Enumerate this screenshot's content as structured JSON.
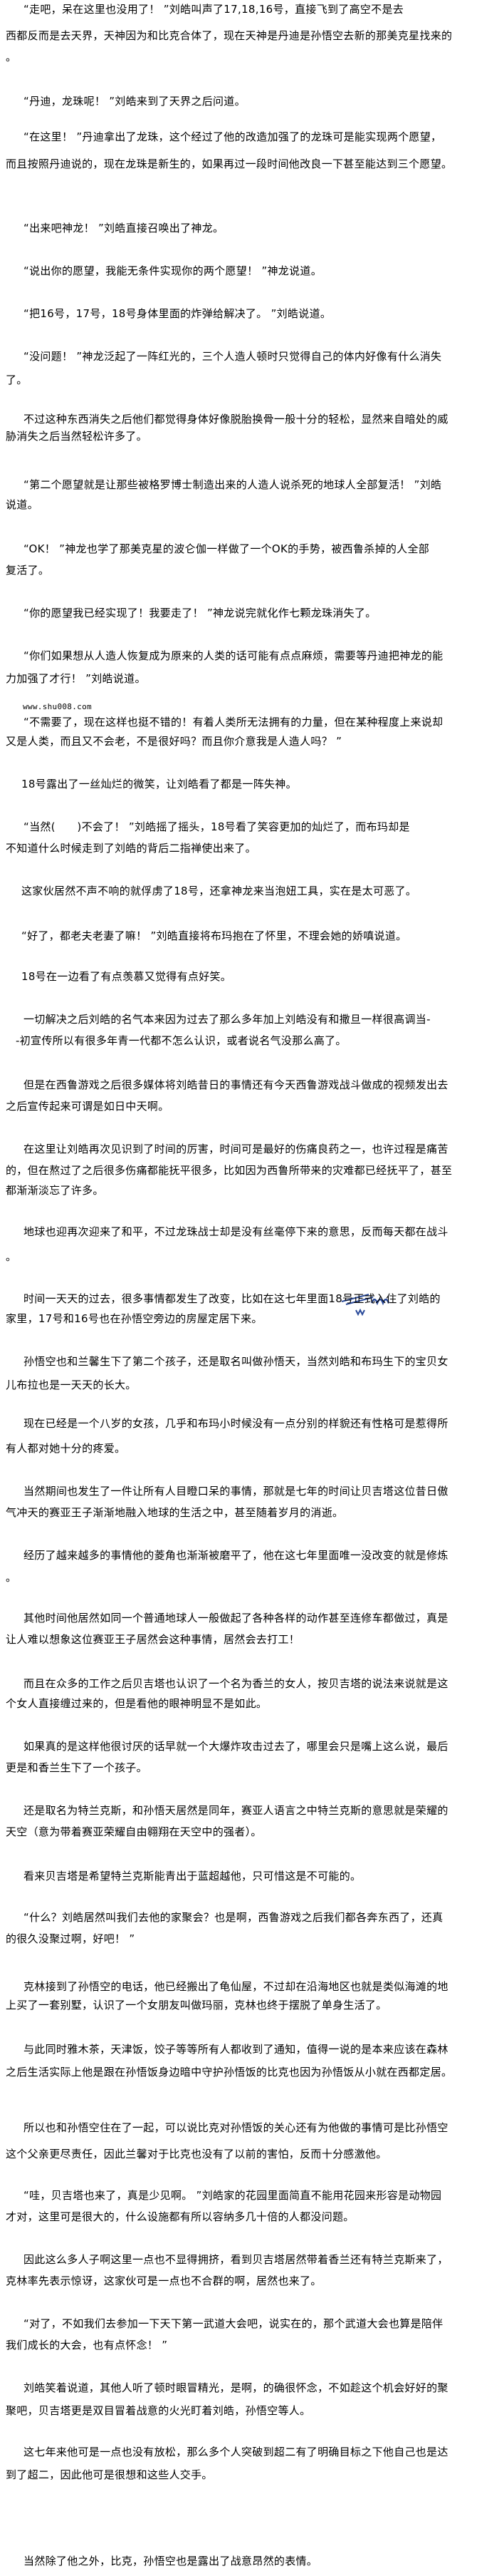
{
  "paragraphs": [
    {
      "lines": [
        "“走吧，呆在这里也没用了！ ”刘皓叫声了17,18,16号，直接飞到了高空不是去",
        "西都反而是去天界，天神因为和比克合体了，现在天神是丹迪是孙悟空去新的那美克星找来的",
        "。"
      ]
    },
    {
      "lines": [
        "“丹迪，龙珠呢！ ”刘皓来到了天界之后问道。"
      ]
    },
    {
      "lines": [
        "“在这里！ ”丹迪拿出了龙珠，这个经过了他的改造加强了的龙珠可是能实现两个愿望，",
        "而且按照丹迪说的，现在龙珠是新生的，如果再过一段时间他改良一下甚至能达到三个愿望。"
      ]
    },
    {
      "lines": [
        "“出来吧神龙！ ”刘皓直接召唤出了神龙。"
      ]
    },
    {
      "lines": [
        "“说出你的愿望，我能无条件实现你的两个愿望！ ”神龙说道。"
      ]
    },
    {
      "lines": [
        "“把16号，17号，18号身体里面的炸弹给解决了。 ”刘皓说道。"
      ]
    },
    {
      "lines": [
        "“没问题！ ”神龙泛起了一阵红光的，三个人造人顿时只觉得自己的体内好像有什么消失",
        "了。"
      ]
    },
    {
      "lines": [
        "不过这种东西消失之后他们都觉得身体好像脱胎换骨一般十分的轻松，显然来自暗处的威",
        "胁消失之后当然轻松许多了。"
      ]
    },
    {
      "lines": [
        "“第二个愿望就是让那些被格罗博士制造出来的人造人说杀死的地球人全部复活！ ”刘皓",
        "说道。"
      ]
    },
    {
      "lines": [
        "“OK！ ”神龙也学了那美克星的波仑伽一样做了一个OK的手势，被西鲁杀掉的人全部",
        "复活了。"
      ]
    },
    {
      "lines": [
        "“你的愿望我已经实现了！我要走了！ ”神龙说完就化作七颗龙珠消失了。"
      ]
    },
    {
      "lines": [
        "“你们如果想从人造人恢复成为原来的人类的话可能有点点麻烦，需要等丹迪把神龙的能",
        "力加强了才行！ ”刘皓说道。"
      ]
    },
    {
      "lines": [
        "www.shu008.com"
      ]
    },
    {
      "lines": [
        "“不需要了，现在这样也挺不错的！有着人类所无法拥有的力量，但在某种程度上来说却",
        "又是人类，而且又不会老，不是很好吗？而且你介意我是人造人吗？ ”"
      ]
    },
    {
      "lines": [
        "18号露出了一丝灿烂的微笑，让刘皓看了都是一阵失神。"
      ]
    },
    {
      "lines": [
        "“当然(　　)不会了！ ”刘皓摇了摇头，18号看了笑容更加的灿烂了，而布玛却是",
        "不知道什么时候走到了刘皓的背后二指禅使出来了。"
      ]
    },
    {
      "lines": [
        "这家伙居然不声不响的就俘虏了18号，还拿神龙来当泡妞工具，实在是太可恶了。"
      ]
    },
    {
      "lines": [
        "“好了，都老夫老妻了嘛！ ”刘皓直接将布玛抱在了怀里，不理会她的娇嗔说道。"
      ]
    },
    {
      "lines": [
        "18号在一边看了有点羡慕又觉得有点好笑。"
      ]
    },
    {
      "lines": [
        "一切解决之后刘皓的名气本来因为过去了那么多年加上刘皓没有和撒旦一样很高调当-",
        "-初宣传所以有很多年青一代都不怎么认识，或者说名气没那么高了。"
      ]
    },
    {
      "lines": [
        "但是在西鲁游戏之后很多媒体将刘皓昔日的事情还有今天西鲁游戏战斗做成的视频发出去",
        "之后宣传起来可谓是如日中天啊。"
      ]
    },
    {
      "lines": [
        "在这里让刘皓再次见识到了时间的厉害，时间可是最好的伤痛良药之一，也许过程是痛苦",
        "的，但在熬过了之后很多伤痛都能抚平很多，比如因为西鲁所带来的灾难都已经抚平了，甚至",
        "都渐渐淡忘了许多。"
      ]
    },
    {
      "lines": [
        "地球也迎再次迎来了和平，不过龙珠战士却是没有丝毫停下来的意思，反而每天都在战斗",
        "。"
      ]
    },
    {
      "lines": [
        "时间一天天的过去，很多事情都发生了改变，比如在这七年里面18号正式入住了刘皓的",
        "家里，17号和16号也在孙悟空旁边的房屋定居下来。"
      ]
    },
    {
      "lines": [
        "孙悟空也和兰馨生下了第二个孩子，还是取名叫做孙悟天，当然刘皓和布玛生下的宝贝女",
        "儿布拉也是一天天的长大。"
      ]
    },
    {
      "lines": [
        "现在已经是一个八岁的女孩，几乎和布玛小时候没有一点分别的样貌还有性格可是惹得所",
        "有人都对她十分的疼爱。"
      ]
    },
    {
      "lines": [
        "当然期间也发生了一件让所有人目瞪口呆的事情，那就是七年的时间让贝吉塔这位昔日傲",
        "气冲天的赛亚王子渐渐地融入地球的生活之中，甚至随着岁月的消逝。"
      ]
    },
    {
      "lines": [
        "经历了越来越多的事情他的菱角也渐渐被磨平了，他在这七年里面唯一没改变的就是修炼",
        "。"
      ]
    },
    {
      "lines": [
        "其他时间他居然如同一个普通地球人一般做起了各种各样的动作甚至连修车都做过，真是",
        "让人难以想象这位赛亚王子居然会这种事情，居然会去打工！"
      ]
    },
    {
      "lines": [
        "而且在众多的工作之后贝吉塔也认识了一个名为香兰的女人，按贝吉塔的说法来说就是这",
        "个女人直接缠过来的，但是看他的眼神明显不是如此。"
      ]
    },
    {
      "lines": [
        "如果真的是这样他很讨厌的话早就一个大爆炸攻击过去了，哪里会只是嘴上这么说，最后",
        "更是和香兰生下了一个孩子。"
      ]
    },
    {
      "lines": [
        "还是取名为特兰克斯，和孙悟天居然是同年，赛亚人语言之中特兰克斯的意思就是荣耀的",
        "天空（意为带着赛亚荣耀自由翱翔在天空中的强者）。"
      ]
    },
    {
      "lines": [
        "看来贝吉塔是希望特兰克斯能青出于蓝超越他，只可惜这是不可能的。"
      ]
    },
    {
      "lines": [
        "“什么？刘皓居然叫我们去他的家聚会？也是啊，西鲁游戏之后我们都各奔东西了，还真",
        "的很久没聚过啊，好吧！ ”"
      ]
    },
    {
      "lines": [
        "克林接到了孙悟空的电话，他已经搬出了龟仙屋，不过却在沿海地区也就是类似海滩的地",
        "上买了一套别墅，认识了一个女朋友叫做玛丽，克林也终于摆脱了单身生活了。"
      ]
    },
    {
      "lines": [
        "与此同时雅木茶，天津饭，饺子等等所有人都收到了通知，值得一说的是本来应该在森林",
        "之后生活实际上他是跟在孙悟饭身边暗中守护孙悟饭的比克也因为孙悟饭从小就在西都定居。"
      ]
    },
    {
      "lines": [
        "所以也和孙悟空住在了一起，可以说比克对孙悟饭的关心还有为他做的事情可是比孙悟空",
        "这个父亲更尽责任，因此兰馨对于比克也没有了以前的害怕，反而十分感激他。"
      ]
    },
    {
      "lines": [
        "“哇，贝吉塔也来了，真是少见啊。 ”刘皓家的花园里面简直不能用花园来形容是动物园",
        "才对，这里可是很大的，什么设施都有所以容纳多几十倍的人都没问题。"
      ]
    },
    {
      "lines": [
        "因此这么多人子啊这里一点也不显得拥挤，看到贝吉塔居然带着香兰还有特兰克斯来了，",
        "克林率先表示惊讶，这家伙可是一点也不合群的啊，居然也来了。"
      ]
    },
    {
      "lines": [
        "“对了，不如我们去参加一下天下第一武道大会吧，说实在的，那个武道大会也算是陪伴",
        "我们成长的大会，也有点怀念！ ”"
      ]
    },
    {
      "lines": [
        "刘皓笑着说道，其他人听了顿时眼冒精光，是啊，的确很怀念，不如趁这个机会好好的聚",
        "聚吧，贝吉塔更是双目冒着战意的火光盯着刘皓，孙悟空等人。"
      ]
    },
    {
      "lines": [
        "这七年来他可是一点也没有放松，那么多个人突破到超二有了明确目标之下他自己也是达",
        "到了超二，因此他可是很想和这些人交手。"
      ]
    },
    {
      "lines": [
        "当然除了他之外，比克，孙悟空也是露出了战意昂然的表情。"
      ]
    }
  ],
  "watermark_color": "#2a4a9a"
}
